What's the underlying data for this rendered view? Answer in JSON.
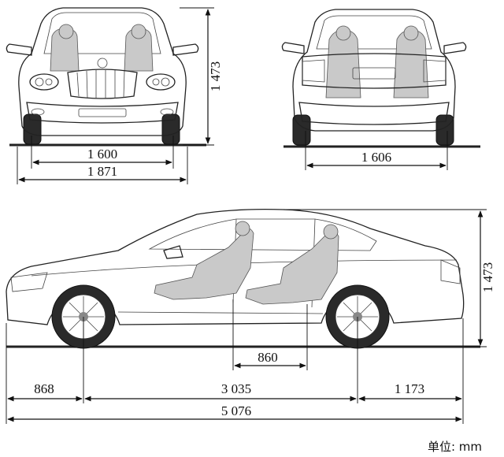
{
  "front_view": {
    "track_width": "1 600",
    "overall_width": "1 871",
    "height": "1 473"
  },
  "rear_view": {
    "track_width": "1 606"
  },
  "side_view": {
    "height": "1 473",
    "seat_spacing": "860",
    "front_overhang": "868",
    "wheelbase": "3 035",
    "rear_overhang": "1 173",
    "overall_length": "5 076"
  },
  "unit_label": "单位: mm"
}
